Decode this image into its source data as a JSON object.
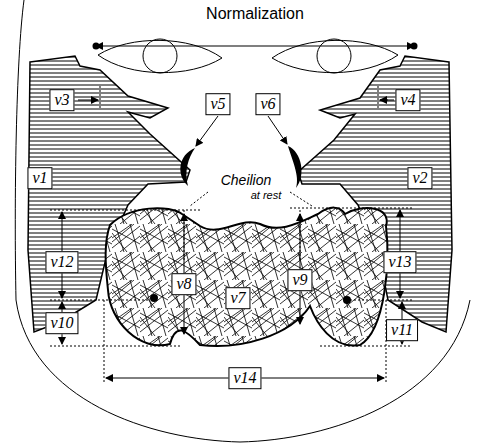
{
  "diagram": {
    "labels": [
      "Normalization",
      "v3",
      "v5",
      "v6",
      "v4",
      "v1",
      "v2",
      "Cheilion",
      "at rest",
      "v12",
      "v8",
      "v7",
      "v9",
      "v13",
      "v10",
      "v11",
      "v14"
    ]
  }
}
